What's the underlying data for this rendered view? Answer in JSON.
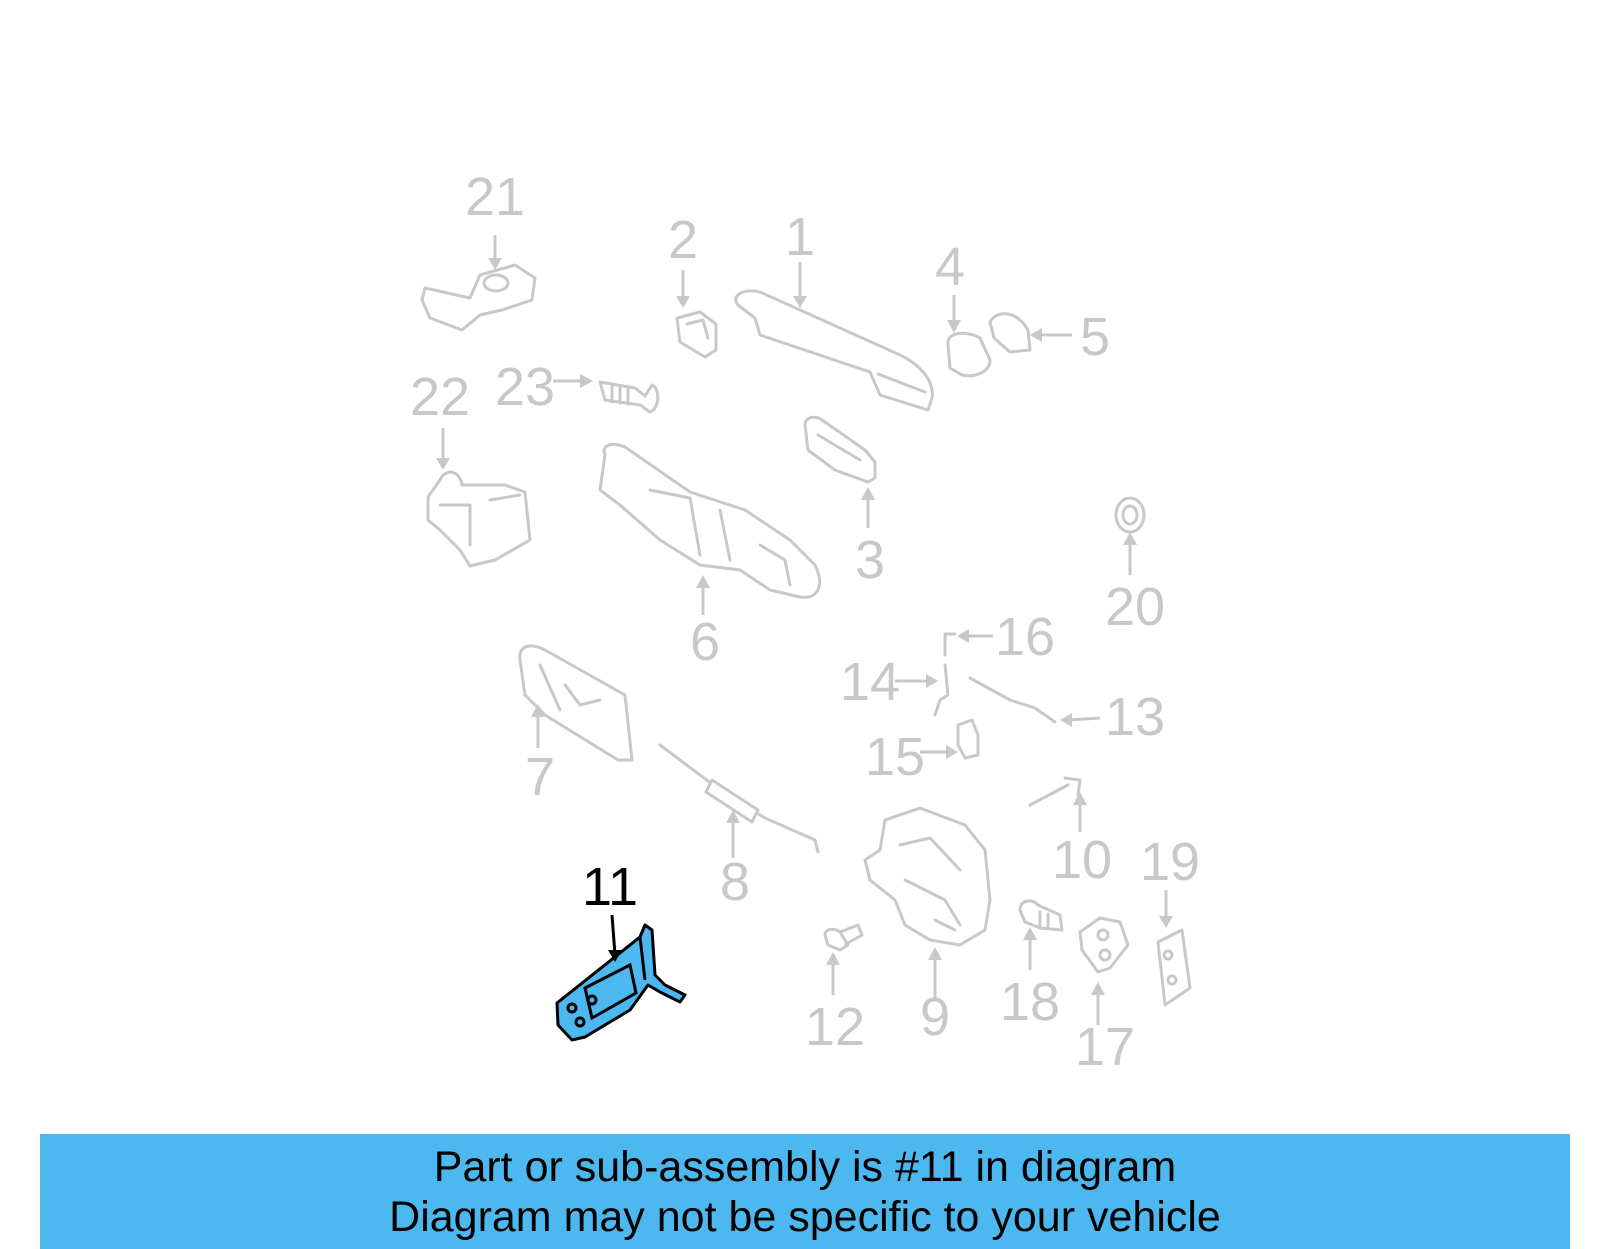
{
  "diagram": {
    "highlighted_callout": "11",
    "callouts": [
      "1",
      "2",
      "3",
      "4",
      "5",
      "6",
      "7",
      "8",
      "9",
      "10",
      "12",
      "13",
      "14",
      "15",
      "16",
      "17",
      "18",
      "19",
      "20",
      "21",
      "22",
      "23"
    ],
    "colors": {
      "ghost": "#c8c8c8",
      "highlight_fill": "#4db8f0",
      "highlight_stroke": "#000000"
    }
  },
  "banner": {
    "line1": "Part or sub-assembly is #11 in diagram",
    "line2": "Diagram may not be specific to your vehicle",
    "background": "#4db8f0"
  }
}
